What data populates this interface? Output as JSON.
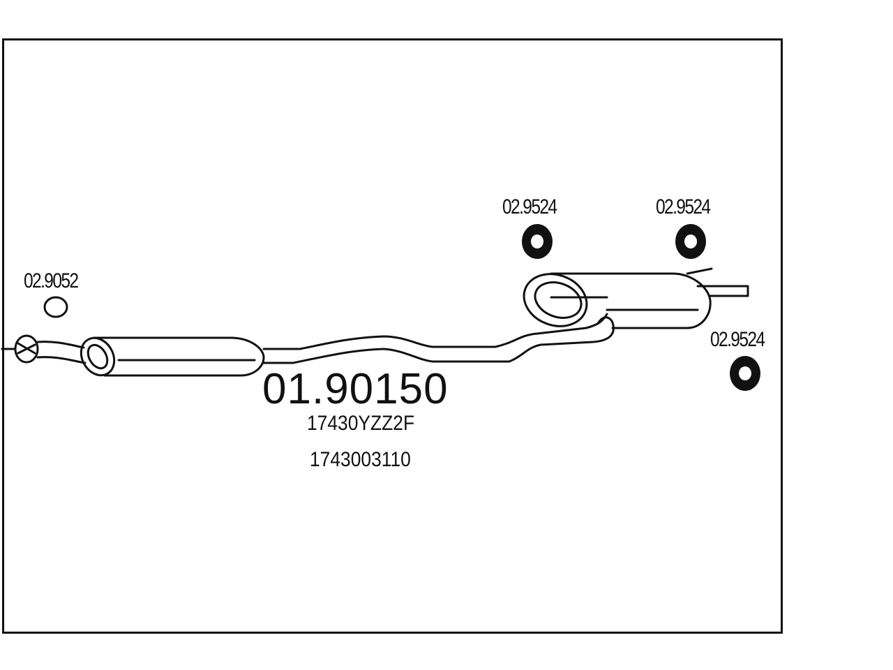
{
  "diagram": {
    "part_number": "01.90150",
    "oem_numbers": [
      "17430YZZ2F",
      "1743003110"
    ],
    "parts": [
      {
        "ref": "02.9052",
        "kind": "gasket-ring"
      },
      {
        "ref": "02.9524",
        "kind": "rubber-hanger"
      },
      {
        "ref": "02.9524",
        "kind": "rubber-hanger"
      },
      {
        "ref": "02.9524",
        "kind": "rubber-hanger"
      }
    ]
  },
  "colors": {
    "line": "#111111",
    "background": "#ffffff"
  }
}
